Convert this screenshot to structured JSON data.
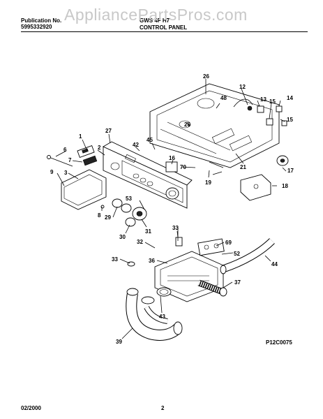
{
  "header": {
    "publication_label": "Publication No.",
    "publication_number": "5995332920",
    "model_fragment": "GWS 4F H7",
    "section_title": "CONTROL PANEL"
  },
  "watermark": "AppliancePartsPros.com",
  "footer": {
    "date": "02/2000",
    "page_number": "2",
    "diagram_code": "P12C0075"
  },
  "callouts": {
    "c1": "1",
    "c2": "2",
    "c3": "3",
    "c6": "6",
    "c7": "7",
    "c8": "8",
    "c9": "9",
    "c12": "12",
    "c13": "13",
    "c14": "14",
    "c15a": "15",
    "c15b": "15",
    "c16": "16",
    "c17": "17",
    "c18": "18",
    "c19": "19",
    "c21": "21",
    "c26a": "26",
    "c26b": "26",
    "c27": "27",
    "c29": "29",
    "c30": "30",
    "c31": "31",
    "c32": "32",
    "c33a": "33",
    "c33b": "33",
    "c36": "36",
    "c37": "37",
    "c39": "39",
    "c42": "42",
    "c43": "43",
    "c44": "44",
    "c45": "45",
    "c48": "48",
    "c52": "52",
    "c53": "53",
    "c69": "69",
    "c70": "70"
  }
}
